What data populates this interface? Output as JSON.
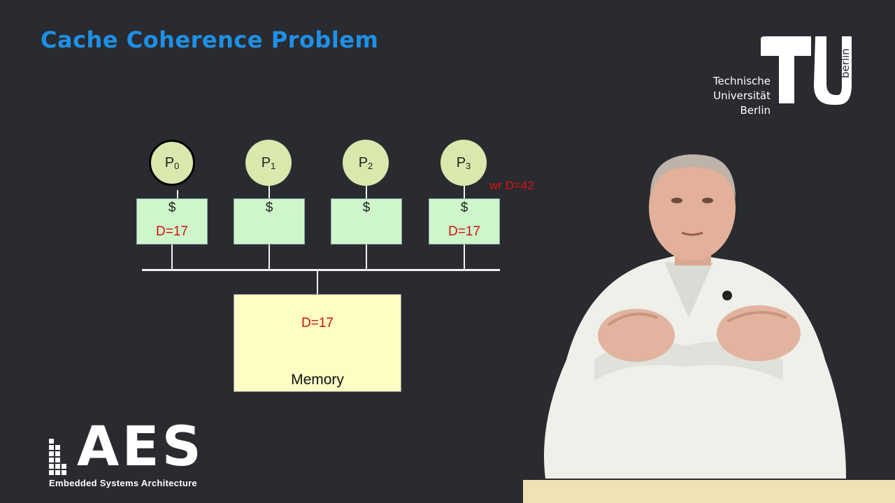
{
  "slide": {
    "title": "Cache Coherence Problem"
  },
  "tu_logo": {
    "line1": "Technische",
    "line2": "Universität",
    "line3": "Berlin",
    "mark_text": "berlin"
  },
  "processors": [
    {
      "label": "P",
      "index": "0",
      "cache_symbol": "$",
      "cache_value": "D=17",
      "active": true
    },
    {
      "label": "P",
      "index": "1",
      "cache_symbol": "$",
      "cache_value": "",
      "active": false
    },
    {
      "label": "P",
      "index": "2",
      "cache_symbol": "$",
      "cache_value": "",
      "active": false
    },
    {
      "label": "P",
      "index": "3",
      "cache_symbol": "$",
      "cache_value": "D=17",
      "active": false
    }
  ],
  "write_label": "wr D=42",
  "memory": {
    "value": "D=17",
    "label": "Memory"
  },
  "aes_logo": {
    "big": "AES",
    "sub": "Embedded Systems Architecture"
  },
  "colors": {
    "background": "#2a2b30",
    "title": "#1e90e6",
    "processor": "#d9e8ac",
    "cache": "#cff5cb",
    "memory": "#fdfdc4",
    "value_red": "#cc1111"
  }
}
